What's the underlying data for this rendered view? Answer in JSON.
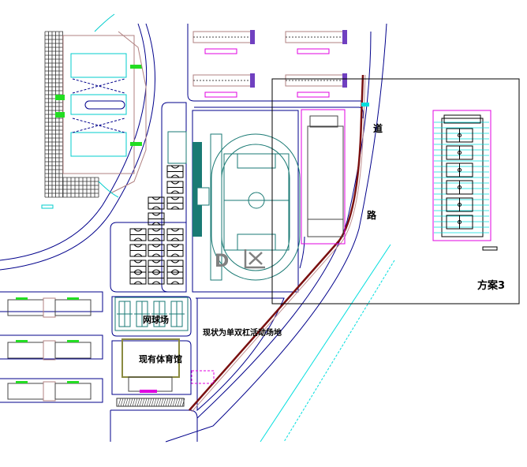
{
  "labels": {
    "road_char_1": "道",
    "road_char_2": "路",
    "scheme": "方案3",
    "tennis_courts": "网球场",
    "activity_area": "现状为单双杠活动场地",
    "existing_gym": "现有体育馆",
    "mark_d": "D"
  },
  "colors": {
    "road": "#00008b",
    "field": "#1a7a74",
    "cyan": "#00e0e0",
    "magenta": "#e000e0",
    "building": "#b08080",
    "green": "#22dd22",
    "redroad": "#7a1010"
  }
}
